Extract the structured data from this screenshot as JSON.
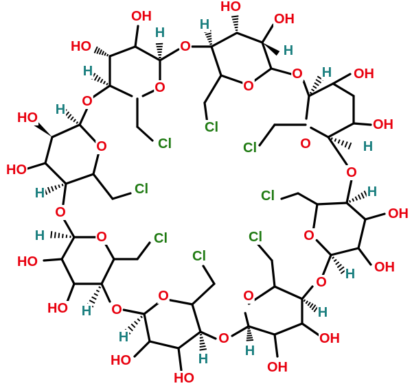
{
  "molecule": {
    "atoms": {
      "hydroxyl": "OH",
      "hydroxyl_left": "HO",
      "oxygen": "O",
      "hydrogen": "H",
      "chlorine": "Cl"
    },
    "colors": {
      "oxygen": "#e8000e",
      "hydrogen": "#1b7f7f",
      "chlorine": "#1f7a12",
      "bond": "#000000"
    },
    "glucose_units": 8,
    "ring_oxygens_labeled": 8,
    "chlorines_labeled": 8
  }
}
